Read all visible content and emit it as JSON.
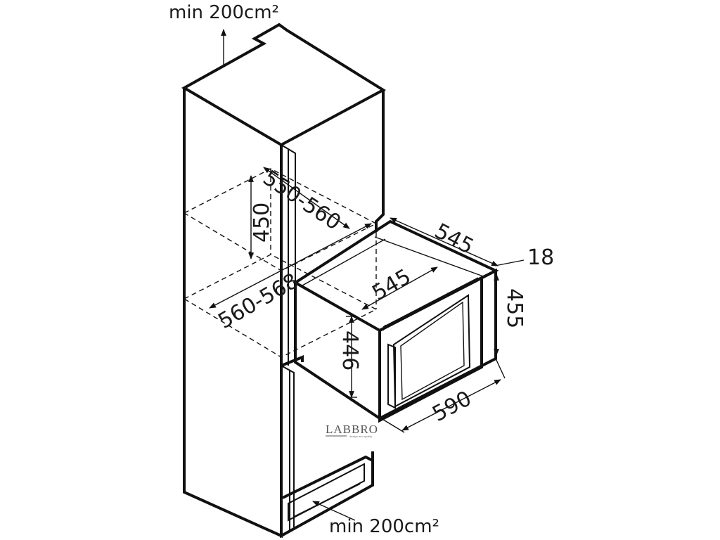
{
  "vent_labels": {
    "top": "min 200cm²",
    "bottom": "min 200cm²"
  },
  "dimensions": {
    "niche_height": "450",
    "niche_depth": "550-560",
    "niche_width": "560-568",
    "appliance_depth_top": "545",
    "appliance_depth_side": "545",
    "appliance_height_back": "446",
    "appliance_height_front": "455",
    "door_thickness": "18",
    "appliance_width": "590"
  },
  "watermark": {
    "brand": "LABBRO",
    "tagline": "design and quality"
  },
  "colors": {
    "line": "#111111",
    "background": "#ffffff",
    "watermark": "#555555"
  }
}
